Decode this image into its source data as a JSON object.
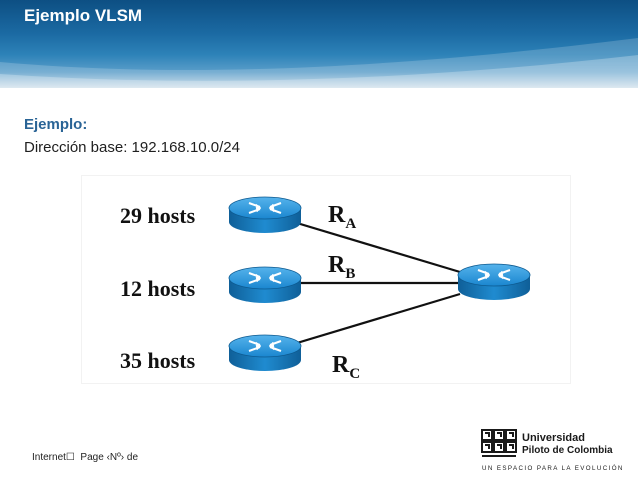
{
  "header": {
    "title": "Ejemplo VLSM"
  },
  "content": {
    "heading": "Ejemplo:",
    "base_address": "Dirección base: 192.168.10.0/24"
  },
  "diagram": {
    "left_routers": [
      {
        "hosts_label": "29 hosts",
        "router_letter": "R",
        "router_sub": "A"
      },
      {
        "hosts_label": "12 hosts",
        "router_letter": "R",
        "router_sub": "B"
      },
      {
        "hosts_label": "35 hosts",
        "router_letter": "R",
        "router_sub": "C"
      }
    ],
    "router_icon": "router-icon",
    "router_color": "#1c8fd6"
  },
  "footer": {
    "text": "Internet☐  Page ‹Nº› de"
  },
  "logo": {
    "line1": "Universidad",
    "line2": "Piloto de Colombia",
    "tagline": "UN ESPACIO PARA LA EVOLUCIÓN"
  }
}
